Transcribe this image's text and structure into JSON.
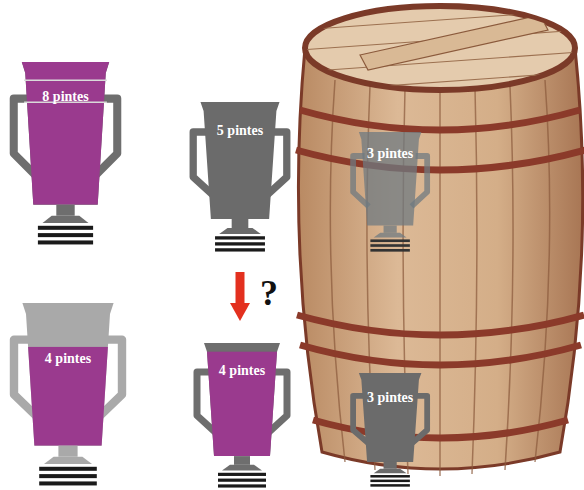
{
  "diagram": {
    "nodes": [
      {
        "text": [
          "8 pintes"
        ]
      },
      {
        "text": [
          "5 pintes"
        ]
      },
      {
        "text": [
          "3 pintes"
        ]
      },
      {
        "text": [
          "4 pintes"
        ]
      },
      {
        "text": [
          "4 pintes"
        ]
      },
      {
        "text": [
          "3 pintes"
        ]
      }
    ],
    "edges": [
      {
        "from": 1,
        "to": 4,
        "arrow": "to",
        "label": "?"
      }
    ]
  }
}
